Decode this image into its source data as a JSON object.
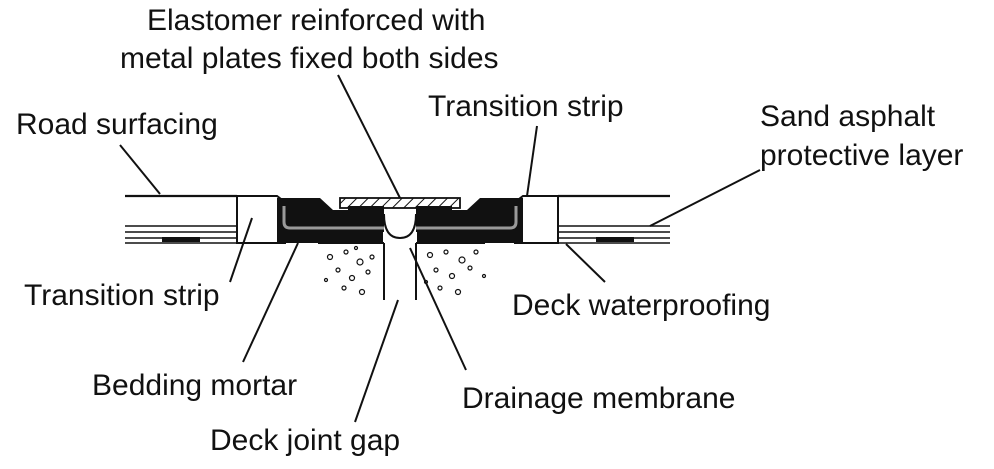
{
  "labels": {
    "elastomer_line1": "Elastomer reinforced with",
    "elastomer_line2": "metal plates fixed both sides",
    "road_surfacing": "Road surfacing",
    "transition_strip_top": "Transition strip",
    "sand_asphalt_line1": "Sand asphalt",
    "sand_asphalt_line2": "protective layer",
    "transition_strip_left": "Transition strip",
    "deck_waterproofing": "Deck waterproofing",
    "bedding_mortar": "Bedding mortar",
    "drainage_membrane": "Drainage membrane",
    "deck_joint_gap": "Deck joint gap"
  },
  "colors": {
    "ink": "#111111",
    "background": "#ffffff",
    "membrane_grey": "#9a9a9a"
  }
}
